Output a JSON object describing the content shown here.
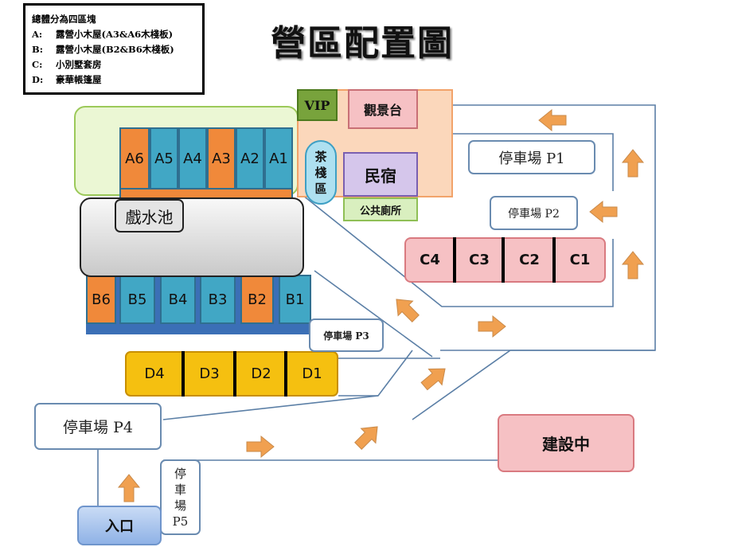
{
  "legend": {
    "heading": "總體分為四區塊",
    "rows": [
      {
        "key": "A:",
        "text": "露營小木屋(A3&A6木棧板)"
      },
      {
        "key": "B:",
        "text": "露營小木屋(B2&B6木棧板)"
      },
      {
        "key": "C:",
        "text": "小別墅套房"
      },
      {
        "key": "D:",
        "text": "豪華帳篷屋"
      }
    ]
  },
  "title": "營區配置圖",
  "zone_a": {
    "units": [
      "A6",
      "A5",
      "A4",
      "A3",
      "A2",
      "A1"
    ]
  },
  "zone_b": {
    "units": [
      "B6",
      "B5",
      "B4",
      "B3",
      "B2",
      "B1"
    ]
  },
  "zone_c": {
    "units": [
      "C4",
      "C3",
      "C2",
      "C1"
    ]
  },
  "zone_d": {
    "units": [
      "D4",
      "D3",
      "D2",
      "D1"
    ]
  },
  "pool": "戲水池",
  "vip": "VIP",
  "viewing_deck": "觀景台",
  "tea_area": [
    "茶",
    "棧",
    "區"
  ],
  "homestay": "民宿",
  "restroom": "公共廁所",
  "parking": {
    "p1": "停車場 P1",
    "p2": "停車場 P2",
    "p3": "停車場 P3",
    "p4": "停車場 P4",
    "p5": [
      "停",
      "車",
      "場",
      "P5"
    ]
  },
  "construction": "建設中",
  "entrance": "入口",
  "colors": {
    "orange_cabin": "#f0893a",
    "teal_cabin": "#41a7c5",
    "tent_yellow": "#f5c010",
    "villa_pink": "#f6c1c4",
    "lawn_green": "#ebf7d4",
    "arrow": "#f0a050",
    "road_line": "#5b7fa6"
  }
}
